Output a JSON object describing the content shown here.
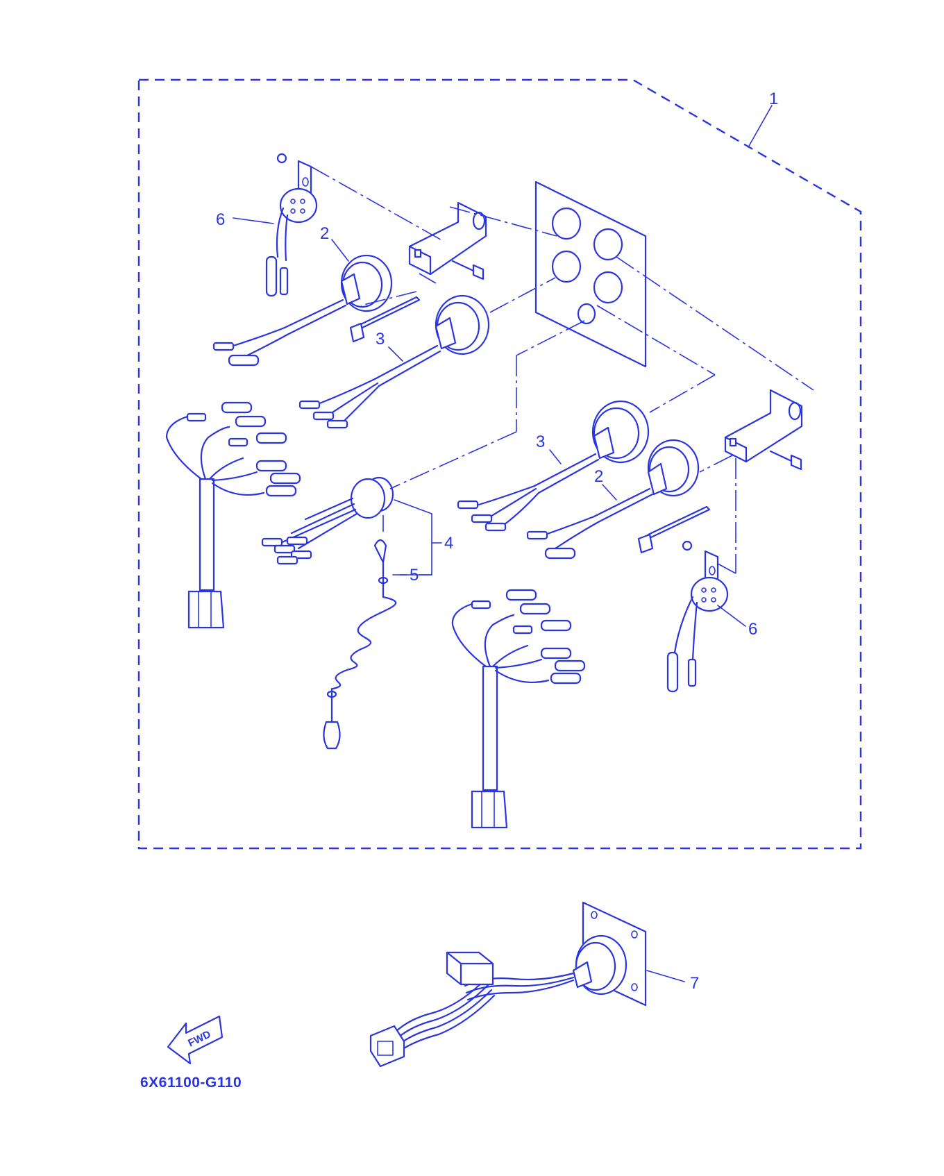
{
  "colors": {
    "line": "#2a35e0",
    "background": "#ffffff"
  },
  "callouts": {
    "c1": "1",
    "c2a": "2",
    "c2b": "2",
    "c3a": "3",
    "c3b": "3",
    "c4": "4",
    "c5": "5",
    "c6a": "6",
    "c6b": "6",
    "c7": "7"
  },
  "direction_label": "FWD",
  "diagram_code": "6X61100-G110"
}
